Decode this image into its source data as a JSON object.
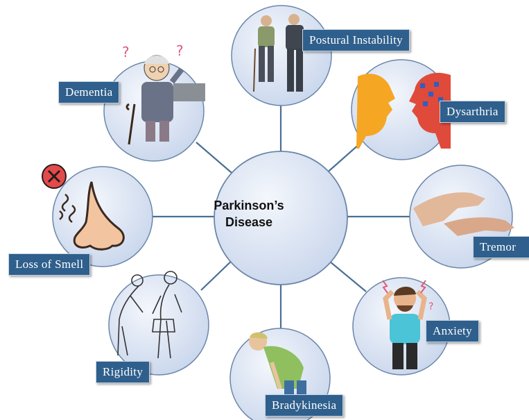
{
  "center": {
    "line1": "Parkinson’s",
    "line2": "Disease"
  },
  "symptoms": [
    {
      "label": "Postural Instability",
      "picture": "elderly-men-walking-photo"
    },
    {
      "label": "Dysarthria",
      "picture": "speech-profiles-icon"
    },
    {
      "label": "Tremor",
      "picture": "trembling-hands-photo"
    },
    {
      "label": "Anxiety",
      "picture": "anxious-man-icon"
    },
    {
      "label": "Bradykinesia",
      "picture": "bending-man-icon"
    },
    {
      "label": "Rigidity",
      "picture": "stooped-figures-sketch"
    },
    {
      "label": "Loss of Smell",
      "picture": "nose-icon"
    },
    {
      "label": "Dementia",
      "picture": "confused-elderly-man-icon"
    }
  ],
  "colors": {
    "label_bg": "#2f5f8c",
    "circle_fill": "#dbe4f3",
    "connector": "#4a6f93"
  }
}
